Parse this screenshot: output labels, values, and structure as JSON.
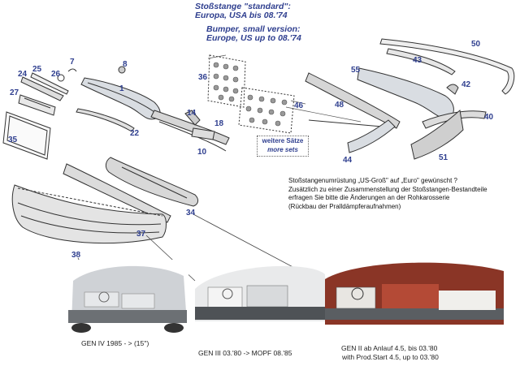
{
  "titles": {
    "de": [
      "Stoßstange \"standard\":",
      "Europa,  USA bis 08.'74"
    ],
    "en": [
      "Bumper, small version:",
      "Europe, US up to 08.'74"
    ]
  },
  "part_numbers": [
    "1",
    "7",
    "8",
    "10",
    "14",
    "18",
    "22",
    "24",
    "25",
    "26",
    "27",
    "35",
    "36",
    "37",
    "38",
    "34",
    "40",
    "42",
    "43",
    "44",
    "46",
    "48",
    "50",
    "51",
    "55"
  ],
  "sets_box": {
    "line1": "weitere Sätze",
    "line2": "more sets"
  },
  "note": [
    "Stoßstangenumrüstung „US-Groß\" auf „Euro\" gewünscht ?",
    "Zusätzlich zu einer Zusammenstellung der Stoßstangen-Bestandteile",
    "erfragen Sie bitte die Änderungen an der Rohkarosserie",
    "(Rückbau der Pralldämpferaufnahmen)"
  ],
  "captions": {
    "gen4": "GEN IV   1985 - > (15'')",
    "gen3": "GEN III   03.'80 -> MOPF 08.'85",
    "gen2_line1": "GEN II    ab Anlauf 4.5, bis 03.'80",
    "gen2_line2": "with Prod.Start 4.5, up to 03.'80"
  },
  "colors": {
    "title": "#2f3f8f",
    "body_silver": "#cfd2d6",
    "body_red": "#8a3526"
  }
}
